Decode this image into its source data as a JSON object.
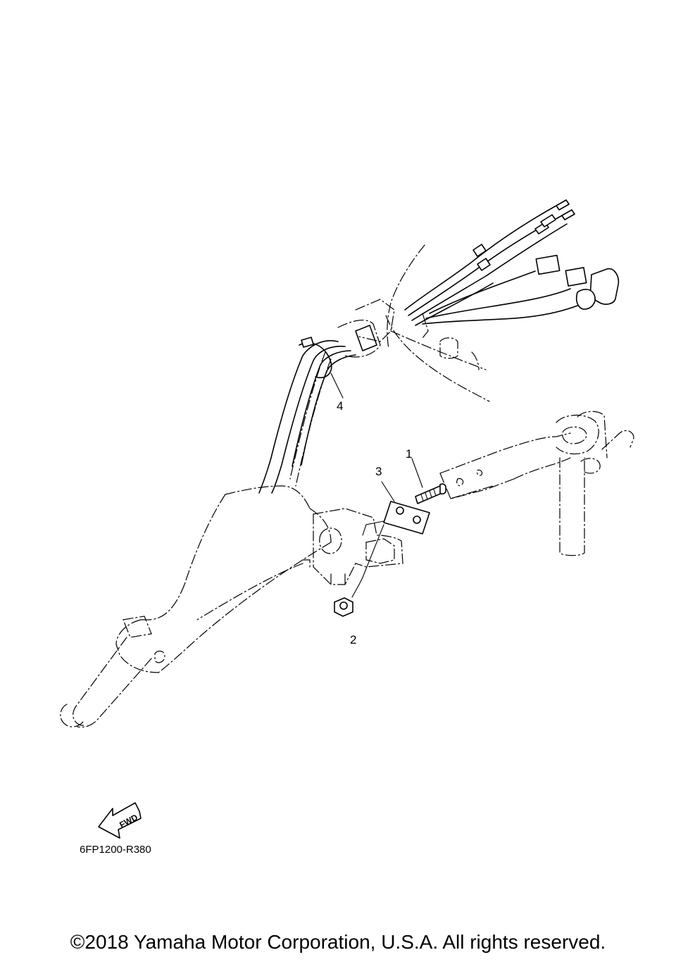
{
  "callouts": [
    {
      "number": "1"
    },
    {
      "number": "2"
    },
    {
      "number": "3"
    },
    {
      "number": "4"
    }
  ],
  "fwd_label": "FWD",
  "diagram_code": "6FP1200-R380",
  "copyright": "©2018 Yamaha Motor Corporation, U.S.A. All rights reserved."
}
